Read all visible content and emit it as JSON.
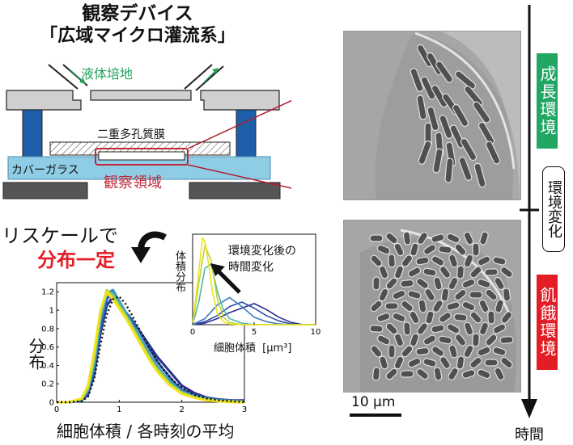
{
  "title": "観察デバイス",
  "subtitle": "「広域マイクロ灌流系」",
  "device": {
    "medium_label": "液体培地",
    "membrane_label": "二重多孔質膜",
    "cover_glass_label": "カバーガラス",
    "region_label": "観察領域"
  },
  "rescale": {
    "line1": "リスケールで",
    "line2": "分布一定"
  },
  "inset": {
    "ylabel": "体積分布",
    "xlabel": "細胞体積",
    "xunit": "[μm³]",
    "annotation_line1": "環境変化後の",
    "annotation_line2": "時間変化",
    "xticks": [
      "0",
      "5",
      "10"
    ]
  },
  "main_plot": {
    "ylabel": "分布",
    "xlabel": "細胞体積 / 各時刻の平均",
    "yticks": [
      "0",
      "0.2",
      "0.4",
      "0.6",
      "0.8",
      "1",
      "1.2"
    ],
    "xticks": [
      "0",
      "1",
      "2",
      "3"
    ]
  },
  "timeline": {
    "growth_label": "成長環境",
    "change_label": "環境変化",
    "starvation_label": "飢餓環境",
    "time_label": "時間"
  },
  "scale_bar": {
    "label": "10 μm"
  },
  "colors": {
    "growth": "#21a664",
    "starvation": "#e21d25",
    "membrane_box": "#c0283a",
    "cover_glass": "#8fcde6",
    "pillar": "#1f5ea8",
    "highlight_text": "#e21d25",
    "medium_text": "#1ea35c"
  },
  "chart_data": [
    {
      "type": "line",
      "title": "",
      "xlabel": "細胞体積 / 各時刻の平均",
      "ylabel": "分布",
      "xlim": [
        0,
        3
      ],
      "ylim": [
        0,
        1.3
      ],
      "series": [
        {
          "color": "#2a2f8f",
          "x": [
            0,
            0.2,
            0.4,
            0.5,
            0.6,
            0.7,
            0.8,
            0.9,
            1.0,
            1.1,
            1.2,
            1.3,
            1.4,
            1.5,
            1.6,
            1.7,
            1.8,
            1.9,
            2.0,
            2.2,
            2.4,
            2.6,
            2.8,
            3.0
          ],
          "y": [
            0,
            0,
            0.02,
            0.08,
            0.3,
            0.75,
            1.05,
            1.15,
            1.05,
            0.95,
            0.88,
            0.8,
            0.7,
            0.6,
            0.5,
            0.42,
            0.34,
            0.26,
            0.18,
            0.1,
            0.05,
            0.03,
            0.02,
            0.02
          ]
        },
        {
          "color": "#2f56b0",
          "x": [
            0,
            0.2,
            0.4,
            0.5,
            0.6,
            0.7,
            0.8,
            0.9,
            1.0,
            1.1,
            1.2,
            1.3,
            1.4,
            1.5,
            1.6,
            1.7,
            1.8,
            1.9,
            2.0,
            2.2,
            2.4,
            2.6,
            2.8,
            3.0
          ],
          "y": [
            0,
            0,
            0.02,
            0.1,
            0.35,
            0.8,
            1.12,
            1.2,
            1.1,
            0.98,
            0.9,
            0.8,
            0.68,
            0.56,
            0.45,
            0.36,
            0.28,
            0.2,
            0.14,
            0.08,
            0.04,
            0.03,
            0.02,
            0.01
          ]
        },
        {
          "color": "#3b8fbf",
          "x": [
            0,
            0.2,
            0.4,
            0.5,
            0.6,
            0.7,
            0.8,
            0.9,
            1.0,
            1.1,
            1.2,
            1.3,
            1.4,
            1.5,
            1.6,
            1.7,
            1.8,
            1.9,
            2.0,
            2.2,
            2.4,
            2.6,
            2.8,
            3.0
          ],
          "y": [
            0,
            0,
            0.03,
            0.12,
            0.4,
            0.88,
            1.18,
            1.22,
            1.1,
            0.98,
            0.86,
            0.74,
            0.62,
            0.5,
            0.4,
            0.31,
            0.24,
            0.18,
            0.12,
            0.07,
            0.04,
            0.02,
            0.01,
            0.01
          ]
        },
        {
          "color": "#4fb7a8",
          "x": [
            0,
            0.2,
            0.4,
            0.5,
            0.6,
            0.7,
            0.8,
            0.9,
            1.0,
            1.1,
            1.2,
            1.3,
            1.4,
            1.5,
            1.6,
            1.7,
            1.8,
            1.9,
            2.0,
            2.2,
            2.4,
            2.6,
            2.8,
            3.0
          ],
          "y": [
            0,
            0,
            0.03,
            0.14,
            0.45,
            0.92,
            1.2,
            1.18,
            1.08,
            0.96,
            0.84,
            0.72,
            0.6,
            0.48,
            0.38,
            0.3,
            0.22,
            0.16,
            0.11,
            0.06,
            0.03,
            0.02,
            0.01,
            0.0
          ]
        },
        {
          "color": "#b7d63a",
          "x": [
            0,
            0.2,
            0.4,
            0.5,
            0.6,
            0.7,
            0.8,
            0.9,
            1.0,
            1.1,
            1.2,
            1.3,
            1.4,
            1.5,
            1.6,
            1.7,
            1.8,
            1.9,
            2.0,
            2.2,
            2.4,
            2.6,
            2.8,
            3.0
          ],
          "y": [
            0,
            0,
            0.04,
            0.16,
            0.5,
            0.98,
            1.22,
            1.15,
            1.04,
            0.94,
            0.82,
            0.7,
            0.58,
            0.46,
            0.36,
            0.28,
            0.2,
            0.15,
            0.1,
            0.05,
            0.03,
            0.01,
            0.01,
            0.0
          ]
        },
        {
          "color": "#f2e21a",
          "x": [
            0,
            0.2,
            0.4,
            0.5,
            0.6,
            0.7,
            0.8,
            0.9,
            1.0,
            1.1,
            1.2,
            1.3,
            1.4,
            1.5,
            1.6,
            1.7,
            1.8,
            1.9,
            2.0,
            2.2,
            2.4,
            2.6,
            2.8,
            3.0
          ],
          "y": [
            0,
            0,
            0.04,
            0.18,
            0.55,
            1.0,
            1.2,
            1.12,
            1.02,
            0.92,
            0.8,
            0.68,
            0.56,
            0.44,
            0.34,
            0.26,
            0.19,
            0.14,
            0.09,
            0.05,
            0.02,
            0.01,
            0.0,
            0.0
          ]
        },
        {
          "color": "#111111",
          "dashed": true,
          "x": [
            0,
            0.2,
            0.4,
            0.5,
            0.6,
            0.7,
            0.8,
            0.9,
            1.0,
            1.1,
            1.2,
            1.3,
            1.4,
            1.5,
            1.6,
            1.7,
            1.8,
            1.9,
            2.0,
            2.2,
            2.4,
            2.6,
            2.8,
            3.0
          ],
          "y": [
            0,
            0,
            0.01,
            0.06,
            0.25,
            0.62,
            0.95,
            1.12,
            1.15,
            1.07,
            0.95,
            0.82,
            0.69,
            0.57,
            0.46,
            0.36,
            0.28,
            0.21,
            0.16,
            0.08,
            0.04,
            0.02,
            0.01,
            0.0
          ]
        }
      ]
    },
    {
      "type": "line",
      "title": "",
      "xlabel": "細胞体積",
      "ylabel": "体積分布",
      "xlim": [
        0,
        10
      ],
      "ylim": [
        0,
        1.2
      ],
      "series": [
        {
          "color": "#2a2f8f",
          "x": [
            0,
            1,
            2,
            3,
            4,
            5,
            6,
            7,
            8,
            9,
            10
          ],
          "y": [
            0,
            0.02,
            0.08,
            0.16,
            0.22,
            0.28,
            0.2,
            0.1,
            0.03,
            0.0,
            0.0
          ]
        },
        {
          "color": "#2f4ba8",
          "x": [
            0,
            1,
            2,
            3,
            4,
            5,
            6,
            7,
            8,
            9,
            10
          ],
          "y": [
            0,
            0.04,
            0.12,
            0.24,
            0.3,
            0.22,
            0.12,
            0.05,
            0.01,
            0.0,
            0.0
          ]
        },
        {
          "color": "#3b7abb",
          "x": [
            0,
            1,
            2,
            3,
            4,
            5,
            6,
            7,
            8,
            9,
            10
          ],
          "y": [
            0,
            0.08,
            0.26,
            0.36,
            0.24,
            0.1,
            0.04,
            0.01,
            0.0,
            0.0,
            0.0
          ]
        },
        {
          "color": "#4fb7a8",
          "x": [
            0,
            0.5,
            1,
            1.5,
            2,
            2.5,
            3,
            4,
            5,
            6,
            10
          ],
          "y": [
            0,
            0.3,
            0.75,
            0.8,
            0.45,
            0.2,
            0.08,
            0.02,
            0.0,
            0.0,
            0.0
          ]
        },
        {
          "color": "#b7d63a",
          "x": [
            0,
            0.5,
            1,
            1.5,
            2,
            2.5,
            3,
            4,
            5,
            6,
            10
          ],
          "y": [
            0,
            0.55,
            1.05,
            0.85,
            0.35,
            0.1,
            0.03,
            0.0,
            0.0,
            0.0,
            0.0
          ]
        },
        {
          "color": "#f2e21a",
          "x": [
            0,
            0.5,
            0.8,
            1,
            1.3,
            1.6,
            2,
            2.5,
            3,
            4,
            10
          ],
          "y": [
            0,
            0.7,
            1.15,
            1.1,
            0.8,
            0.45,
            0.15,
            0.04,
            0.01,
            0.0,
            0.0
          ]
        }
      ]
    }
  ]
}
